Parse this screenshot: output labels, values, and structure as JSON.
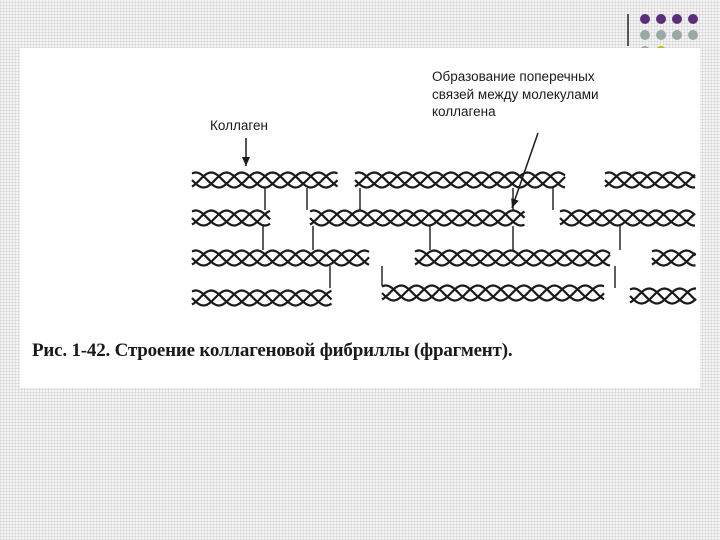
{
  "figure": {
    "label_collagen": "Коллаген",
    "label_crosslink_lines": [
      "Образование поперечных",
      "связей между молекулами",
      "коллагена"
    ],
    "caption": "Рис. 1-42. Строение коллагеновой фибриллы (фрагмент)."
  },
  "decoration": {
    "dot_colors": [
      "#5c2d7a",
      "#5c2d7a",
      "#5c2d7a",
      "#5c2d7a",
      "#9aa9a8",
      "#9aa9a8",
      "#9aa9a8",
      "#9aa9a8",
      "#9aa9a8",
      "#b5c000"
    ],
    "ink_color": "#1a1a1a"
  }
}
